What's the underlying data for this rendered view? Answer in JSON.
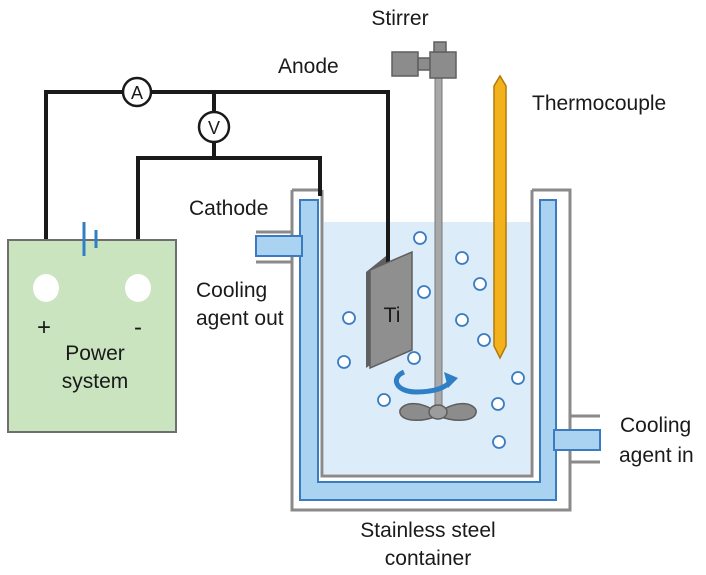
{
  "labels": {
    "stirrer": "Stirrer",
    "anode": "Anode",
    "thermocouple": "Thermocouple",
    "cathode": "Cathode",
    "cooling_out_line1": "Cooling",
    "cooling_out_line2": "agent out",
    "cooling_in_line1": "Cooling",
    "cooling_in_line2": "agent in",
    "power_line1": "Power",
    "power_line2": "system",
    "plus": "+",
    "minus": "-",
    "ammeter": "A",
    "voltmeter": "V",
    "titanium": "Ti",
    "container_line1": "Stainless steel",
    "container_line2": "container"
  },
  "colors": {
    "power_box_fill": "#c9e4be",
    "electrolyte": "#dcecf8",
    "cooling_jacket": "#a9d3f0",
    "jacket_outline": "#3b7cc0",
    "thermocouple": "#f3b21b",
    "ti_plate": "#8f8f8f",
    "stirrer": "#8c8c8c",
    "rotation_arrow": "#2f7fc6"
  }
}
